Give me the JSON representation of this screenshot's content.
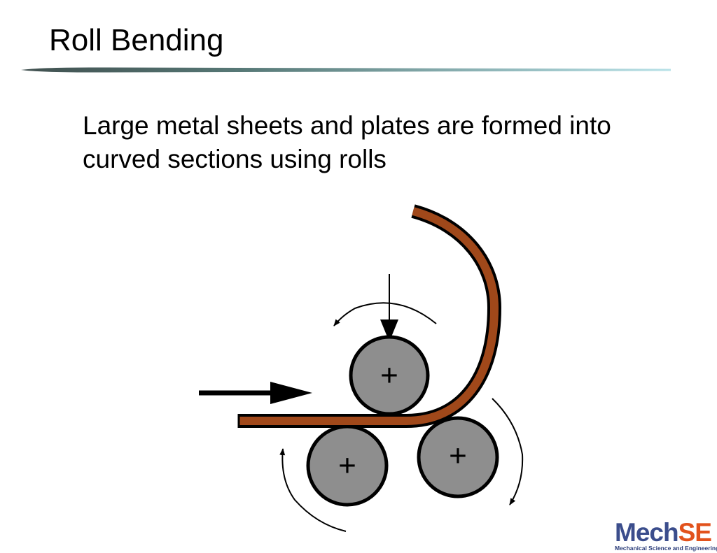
{
  "slide": {
    "title": "Roll Bending",
    "body_text": "Large metal sheets and plates are formed into curved sections using rolls"
  },
  "figure": {
    "roll_label": "+",
    "colors": {
      "sheet": "#a0481a",
      "roll": "#8e8e8e",
      "stroke": "#000000"
    }
  },
  "logo": {
    "part1": "Mech",
    "part2": "SE",
    "subtitle": "Mechanical Science and Engineering",
    "colors": {
      "part1": "#3b4d8c",
      "part2": "#e2521c",
      "subtitle": "#2b3d7a"
    }
  },
  "theme": {
    "rule_dark": "#40504f",
    "rule_light": "#b8e2e8"
  }
}
